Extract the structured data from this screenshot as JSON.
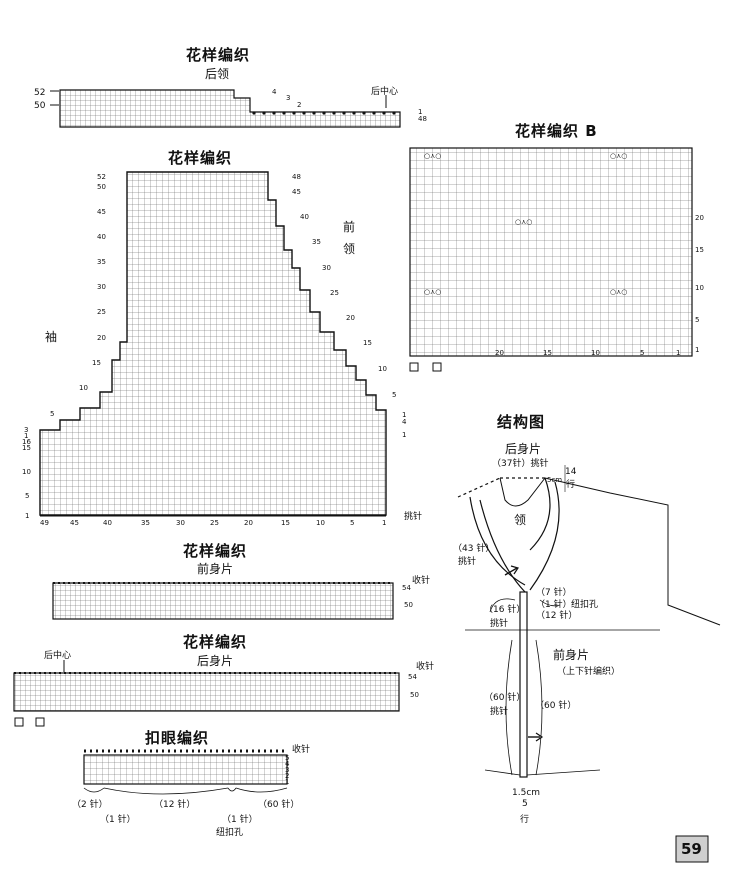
{
  "colors": {
    "ink": "#111111",
    "grid": "#555555",
    "page_badge": "#cfcfcf"
  },
  "back_neck": {
    "title": "花样编织",
    "subtitle": "后领",
    "center_label": "后中心",
    "left_labels": [
      "52",
      "50"
    ],
    "right_labels": [
      "4",
      "3",
      "2",
      "1",
      "48"
    ]
  },
  "main_chart": {
    "title": "花样编织",
    "sleeve_label": "袖",
    "front_neck_label_1": "前",
    "front_neck_label_2": "领",
    "left_rows": [
      "52",
      "50",
      "45",
      "40",
      "35",
      "30",
      "25",
      "20",
      "15",
      "10",
      "5",
      "3",
      "1",
      "16",
      "15",
      "10",
      "5",
      "1"
    ],
    "right_rows": [
      "48",
      "45",
      "40",
      "35",
      "30",
      "25",
      "20",
      "15",
      "10",
      "5",
      "1",
      "4",
      "1"
    ],
    "bottom_cols": [
      "49",
      "45",
      "40",
      "35",
      "30",
      "25",
      "20",
      "15",
      "10",
      "5",
      "1"
    ],
    "pick_stitch": "挑针"
  },
  "pattern_b": {
    "title": "花样编织 B",
    "row_labels": [
      "20",
      "15",
      "10",
      "5",
      "1"
    ],
    "col_labels": [
      "20",
      "15",
      "10",
      "5",
      "1"
    ],
    "legend": "□ = ⌷"
  },
  "front_band": {
    "title": "花样编织",
    "subtitle": "前身片",
    "bind_off": "收针",
    "row_top": "54",
    "row_bottom": "50"
  },
  "back_band": {
    "title": "花样编织",
    "subtitle": "后身片",
    "center_label": "后中心",
    "bind_off": "收针",
    "row_top": "54",
    "row_bottom": "50",
    "legend": "□ = ⌷"
  },
  "buttonhole": {
    "title": "扣眼编织",
    "bind_off": "收针",
    "rows": [
      "5",
      "4",
      "3",
      "2",
      "1"
    ],
    "counts": {
      "left": "（2 针）",
      "mid": "（12 针）",
      "right": "（60 针）",
      "one_left": "（1 针）",
      "one_right": "（1 针）"
    },
    "hole": "纽扣孔"
  },
  "structure": {
    "title": "结构图",
    "back_body": "后身片",
    "back_stitch": "（37针）挑针",
    "neck": "领",
    "side_left": "（43 针）",
    "side_left_2": "挑针",
    "rows_top": "14",
    "rows_top_unit": "行",
    "cm_top": "5cm",
    "count_7": "（7 针）",
    "count_1": "（1 针）",
    "count_12": "（12 针）",
    "buttonhole": "纽扣孔",
    "count_16": "（16 针）",
    "pick_16": "挑针",
    "front_body": "前身片",
    "front_note": "（上下针编织）",
    "count_60l": "（60 针）",
    "pick_60": "挑针",
    "count_60r": "（60 针）",
    "bottom_cm": "1.5cm",
    "bottom_rows": "5",
    "bottom_unit": "行"
  },
  "page_number": "59"
}
